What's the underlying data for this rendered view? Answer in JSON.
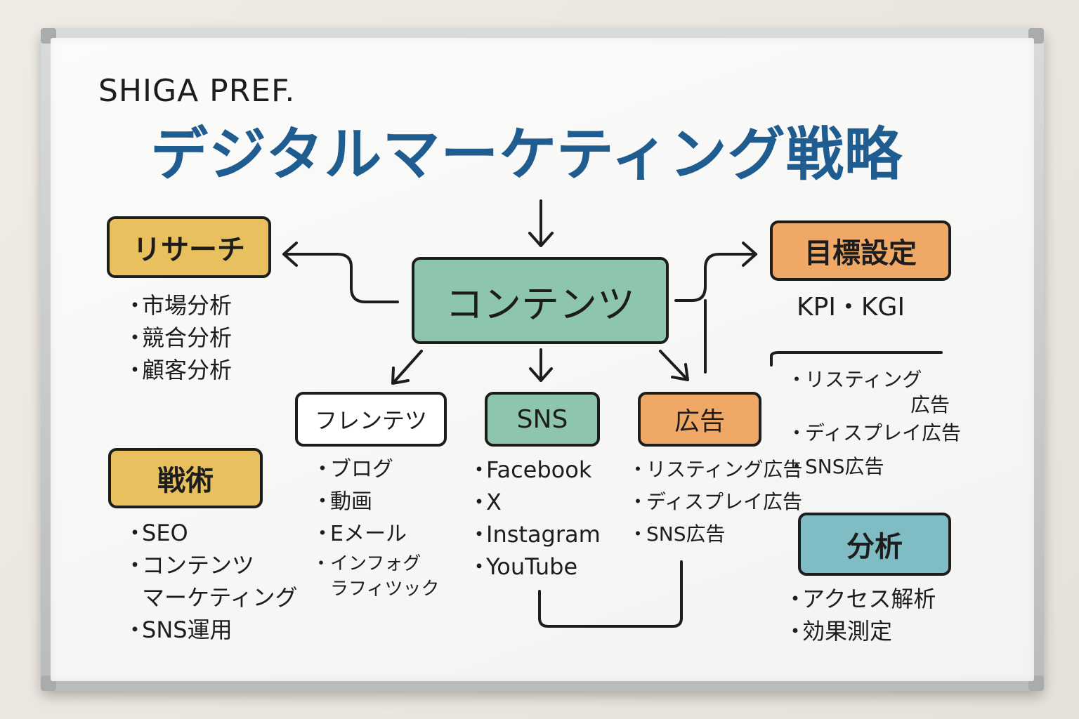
{
  "header": {
    "subtitle": "SHIGA PREF.",
    "title": "デジタルマーケティング戦略"
  },
  "center": {
    "label": "コンテンツ",
    "color": "#8ec6ad"
  },
  "research": {
    "label": "リサーチ",
    "color": "#e8c15e",
    "items": [
      "市場分析",
      "競合分析",
      "顧客分析"
    ]
  },
  "tactics": {
    "label": "戦術",
    "color": "#e8c15e",
    "items": [
      "SEO",
      "コンテンツ",
      "マーケティング",
      "SNS運用"
    ]
  },
  "goal": {
    "label": "目標設定",
    "color": "#f0a866",
    "sub": "KPI・KGI"
  },
  "right_list": {
    "items": [
      "リスティング",
      "広告",
      "ディスプレイ広告",
      "SNS広告"
    ]
  },
  "analysis": {
    "label": "分析",
    "color": "#7fbcc4",
    "items": [
      "アクセス解析",
      "効果測定"
    ]
  },
  "content_box": {
    "label": "フレンテツ",
    "color": "#ffffff",
    "items": [
      "ブログ",
      "動画",
      "Eメール",
      "インフォグ",
      "ラフィツック"
    ]
  },
  "sns": {
    "label": "SNS",
    "color": "#8ec6ad",
    "items": [
      "Facebook",
      "X",
      "Instagram",
      "YouTube"
    ]
  },
  "ads": {
    "label": "広告",
    "color": "#f0a866",
    "items": [
      "リスティング広告",
      "ディスプレイ広告",
      "SNS広告"
    ]
  },
  "bullet": "・"
}
